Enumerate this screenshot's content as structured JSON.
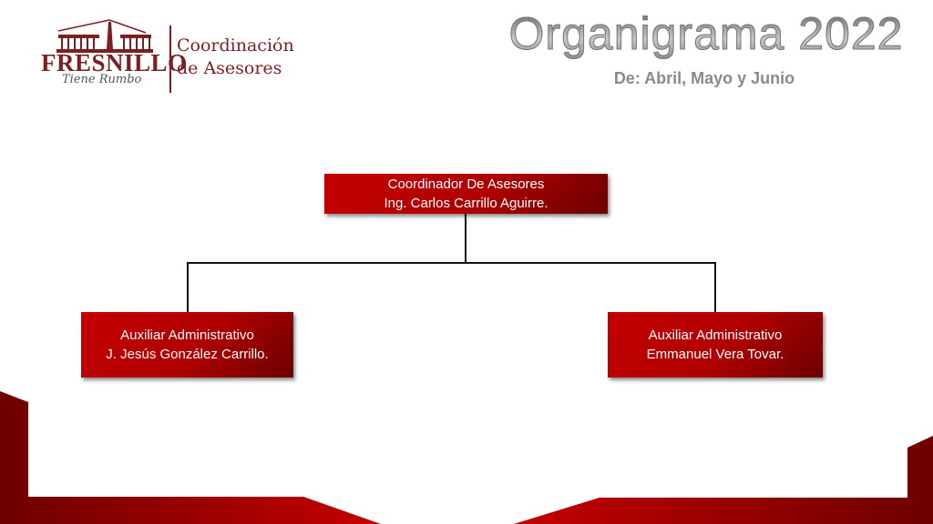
{
  "logo": {
    "name": "FRESNILLO",
    "tagline": "Tiene Rumbo",
    "department_line1": "Coordinación",
    "department_line2": "de Asesores"
  },
  "header": {
    "title": "Organigrama 2022",
    "subtitle": "De: Abril, Mayo y Junio"
  },
  "org": {
    "root": {
      "role": "Coordinador De Asesores",
      "name": "Ing. Carlos Carrillo Aguirre."
    },
    "children": [
      {
        "role": "Auxiliar Administrativo",
        "name": "J. Jesús González Carrillo."
      },
      {
        "role": "Auxiliar Administrativo",
        "name": "Emmanuel Vera Tovar."
      }
    ]
  },
  "colors": {
    "brand": "#7a1f22",
    "box": "#c00000",
    "box_dark": "#6a0000"
  }
}
